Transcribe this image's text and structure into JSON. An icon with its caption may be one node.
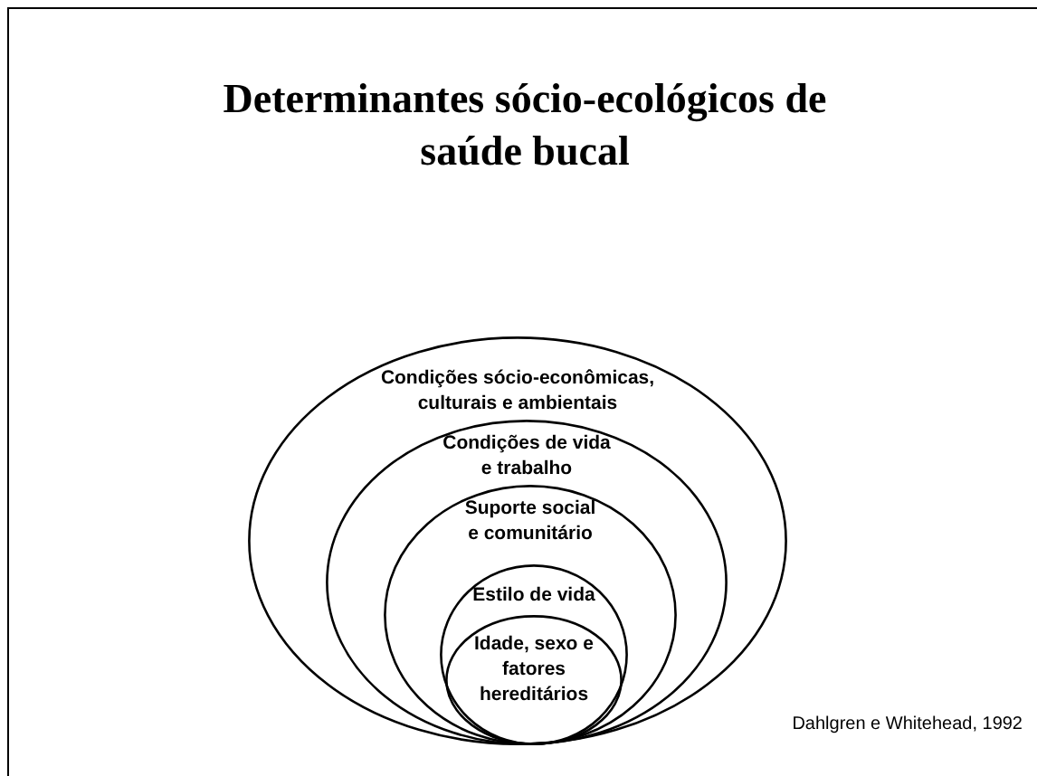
{
  "diagram": {
    "title": "Determinantes sócio-ecológicos de saúde bucal",
    "nodes": [
      {
        "text": [
          "Condições sócio-econômicas, culturais e ambientais"
        ]
      },
      {
        "text": [
          "Condições de vida e trabalho"
        ],
        "in": 0
      },
      {
        "text": [
          "Suporte social e comunitário"
        ],
        "in": 1
      },
      {
        "text": [
          "Estilo de vida"
        ],
        "in": 2
      },
      {
        "text": [
          "Idade, sexo e fatores hereditários"
        ],
        "in": 3
      }
    ],
    "labels": [
      "Dahlgren e Whitehead, 1992"
    ]
  }
}
